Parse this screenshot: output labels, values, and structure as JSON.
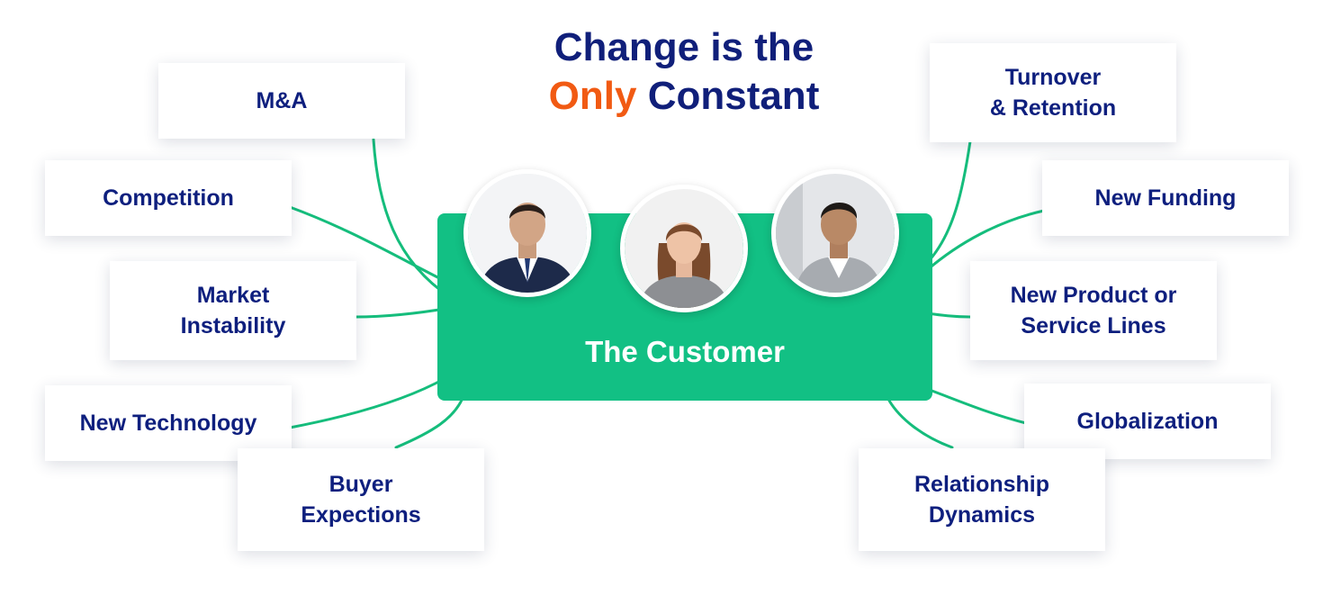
{
  "title": {
    "line1": "Change is the",
    "accent": "Only",
    "rest": "Constant"
  },
  "center": {
    "label": "The Customer",
    "avatars": [
      "person-suit-icon",
      "person-woman-icon",
      "person-smiling-icon"
    ]
  },
  "factors": {
    "ma": "M&A",
    "competition": "Competition",
    "market_instability": "Market\nInstability",
    "new_technology": "New Technology",
    "buyer_expections": "Buyer\nExpections",
    "turnover_retention": "Turnover\n& Retention",
    "new_funding": "New Funding",
    "new_product": "New Product or\nService Lines",
    "globalization": "Globalization",
    "relationship_dynamics": "Relationship\nDynamics"
  },
  "colors": {
    "navy": "#101f7a",
    "orange": "#f15a13",
    "green": "#12c084"
  }
}
